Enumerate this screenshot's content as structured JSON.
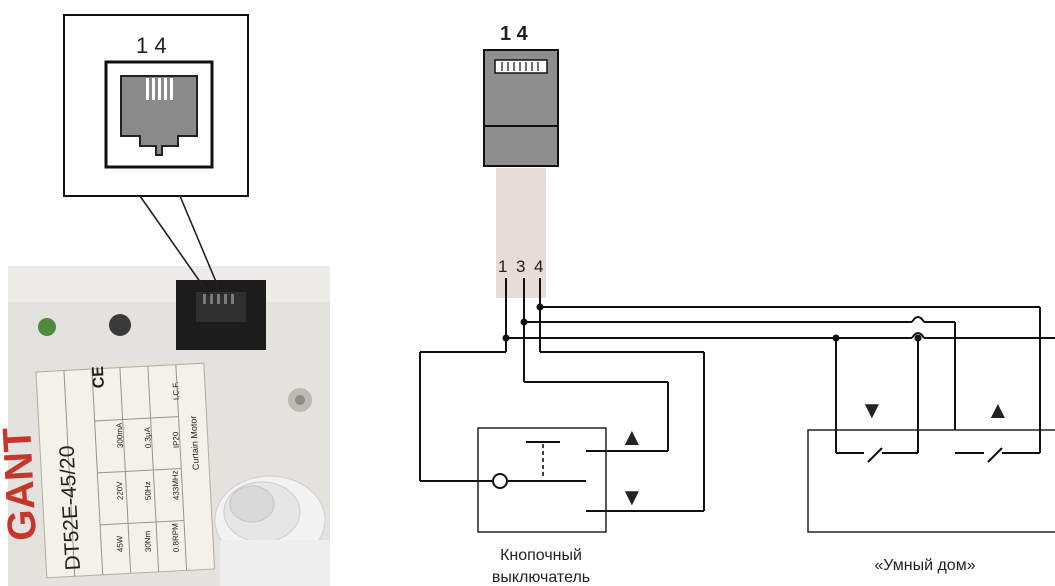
{
  "callout": {
    "pins": "1 4"
  },
  "connector": {
    "pins": "1 4",
    "wire_numbers": [
      "1",
      "3",
      "4"
    ]
  },
  "device_label": {
    "brand": "GANT",
    "model": "DT52E-45/20",
    "specs": [
      "220V",
      "50Hz",
      "300mA",
      "0.3μA",
      "45W",
      "30Nm",
      "I.C.F.",
      "IP20",
      "433MHz",
      "0.8RPM",
      "Curtain Motor"
    ]
  },
  "switch": {
    "label_line1": "Кнопочный",
    "label_line2": "выключатель",
    "up": "▲",
    "down": "▼"
  },
  "smart_home": {
    "label": "«Умный дом»",
    "up": "▲",
    "down": "▼"
  },
  "colors": {
    "wire": "#111111",
    "photo_panel": "#e4e2df",
    "jack": "#2a2a2a",
    "plug": "#8e8e8e",
    "cable": "#e8dcda",
    "brand_red": "#c8352b"
  }
}
